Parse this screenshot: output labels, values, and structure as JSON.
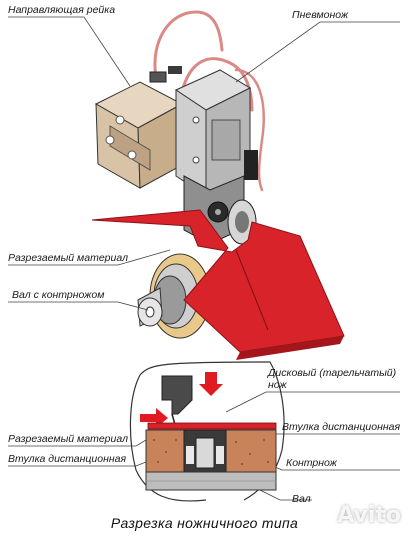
{
  "labels": {
    "guide_rail": "Направляющая рейка",
    "pneumo_knife": "Пневмонож",
    "cut_material_top": "Разрезаемый материал",
    "shaft_counter_knife": "Вал с контрножом",
    "disc_knife_line1": "Дисковый (тарельчатый)",
    "disc_knife_line2": "нож",
    "cut_material_bottom": "Разрезаемый материал",
    "spacer_sleeve_right": "Втулка дистанционная",
    "spacer_sleeve_left": "Втулка дистанционная",
    "counter_knife": "Контрнож",
    "shaft": "Вал"
  },
  "caption": "Разрезка ножничного типа",
  "watermark": "Avito",
  "colors": {
    "material_red": "#d8232a",
    "arrow_red": "#e21b23",
    "sleeve_brown": "#c9835a",
    "metal_gray": "#bdbdbd",
    "hose_pink": "#d98a86"
  },
  "icons": [
    "pneumo-knife-drawing",
    "guide-rail-drawing",
    "shaft-drawing",
    "cross-section-diagram"
  ]
}
